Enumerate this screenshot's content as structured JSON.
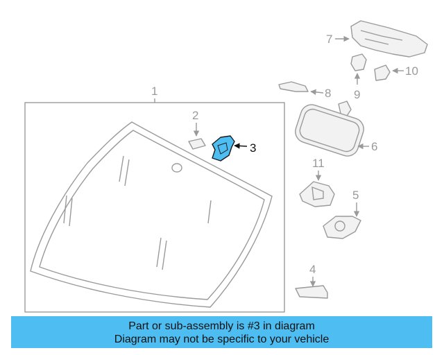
{
  "callouts": {
    "c1": "1",
    "c2": "2",
    "c3": "3",
    "c4": "4",
    "c5": "5",
    "c6": "6",
    "c7": "7",
    "c8": "8",
    "c9": "9",
    "c10": "10",
    "c11": "11"
  },
  "banner": {
    "line1": "Part or sub-assembly is #3 in diagram",
    "line2": "Diagram may not be specific to your vehicle"
  },
  "colors": {
    "highlight": "#4dbdf2",
    "linework": "#9a9a9a"
  }
}
